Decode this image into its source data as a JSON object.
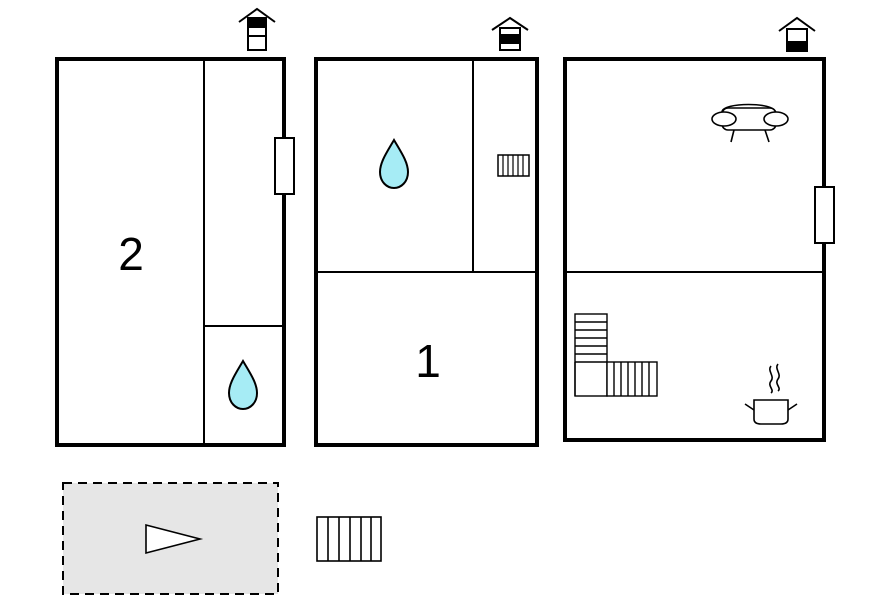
{
  "floorplan": {
    "panels": [
      {
        "id": "floor-left",
        "floor_indicator": "top-floor",
        "rooms": [
          {
            "label": "2",
            "type": "bedroom"
          },
          {
            "label": "",
            "type": "hallway"
          },
          {
            "label": "",
            "type": "bathroom"
          }
        ]
      },
      {
        "id": "floor-middle",
        "floor_indicator": "middle-floor",
        "rooms": [
          {
            "label": "",
            "type": "bathroom"
          },
          {
            "label": "",
            "type": "stair-landing"
          },
          {
            "label": "1",
            "type": "bedroom"
          }
        ]
      },
      {
        "id": "floor-right",
        "floor_indicator": "ground-floor",
        "rooms": [
          {
            "label": "",
            "type": "living-room"
          },
          {
            "label": "",
            "type": "kitchen"
          }
        ]
      }
    ],
    "icons": {
      "house": "house-floor-indicator-icon",
      "water_drop": "water-drop-icon",
      "stairs": "stairs-icon",
      "sofa": "sofa-icon",
      "cooking_pot": "cooking-pot-icon",
      "window": "window-icon",
      "direction": "direction-arrow-icon"
    },
    "outdoor": {
      "type": "terrace",
      "style": "dashed"
    },
    "colors": {
      "wall": "#000000",
      "water": "#a6ecf5",
      "outdoor_fill": "#e6e6e6",
      "background": "#ffffff"
    }
  }
}
